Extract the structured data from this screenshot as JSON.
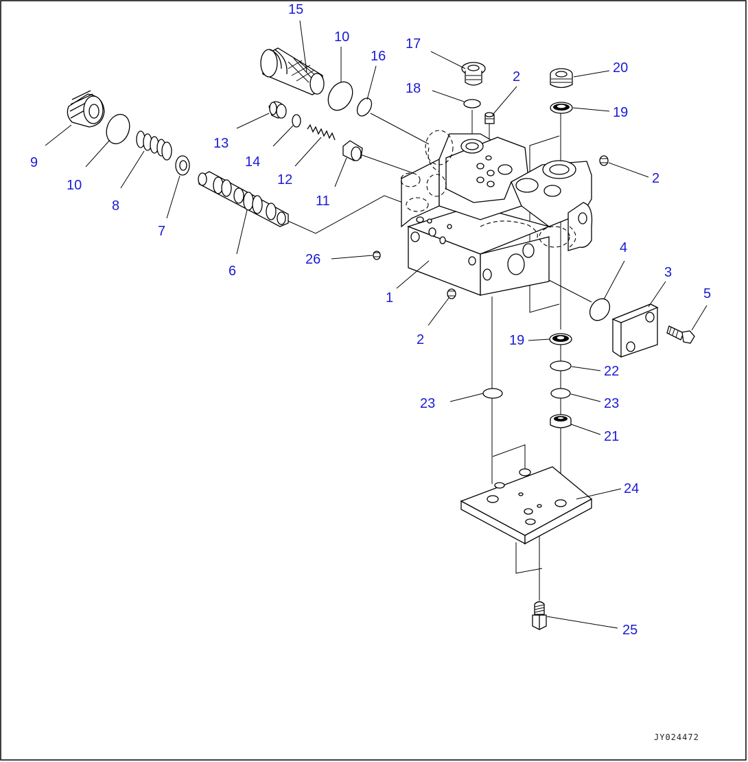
{
  "drawing_ref": "JY024472",
  "callouts": {
    "p1": "1",
    "p2a": "2",
    "p2b": "2",
    "p2c": "2",
    "p3": "3",
    "p4": "4",
    "p5": "5",
    "p6": "6",
    "p7": "7",
    "p8": "8",
    "p9": "9",
    "p10a": "10",
    "p10b": "10",
    "p11": "11",
    "p12": "12",
    "p13": "13",
    "p14": "14",
    "p15": "15",
    "p16": "16",
    "p17": "17",
    "p18": "18",
    "p19a": "19",
    "p19b": "19",
    "p20": "20",
    "p21": "21",
    "p22": "22",
    "p23a": "23",
    "p23b": "23",
    "p24": "24",
    "p25": "25",
    "p26": "26"
  },
  "colors": {
    "callout": "#1a1ad6",
    "line": "#000000",
    "background": "#ffffff"
  }
}
